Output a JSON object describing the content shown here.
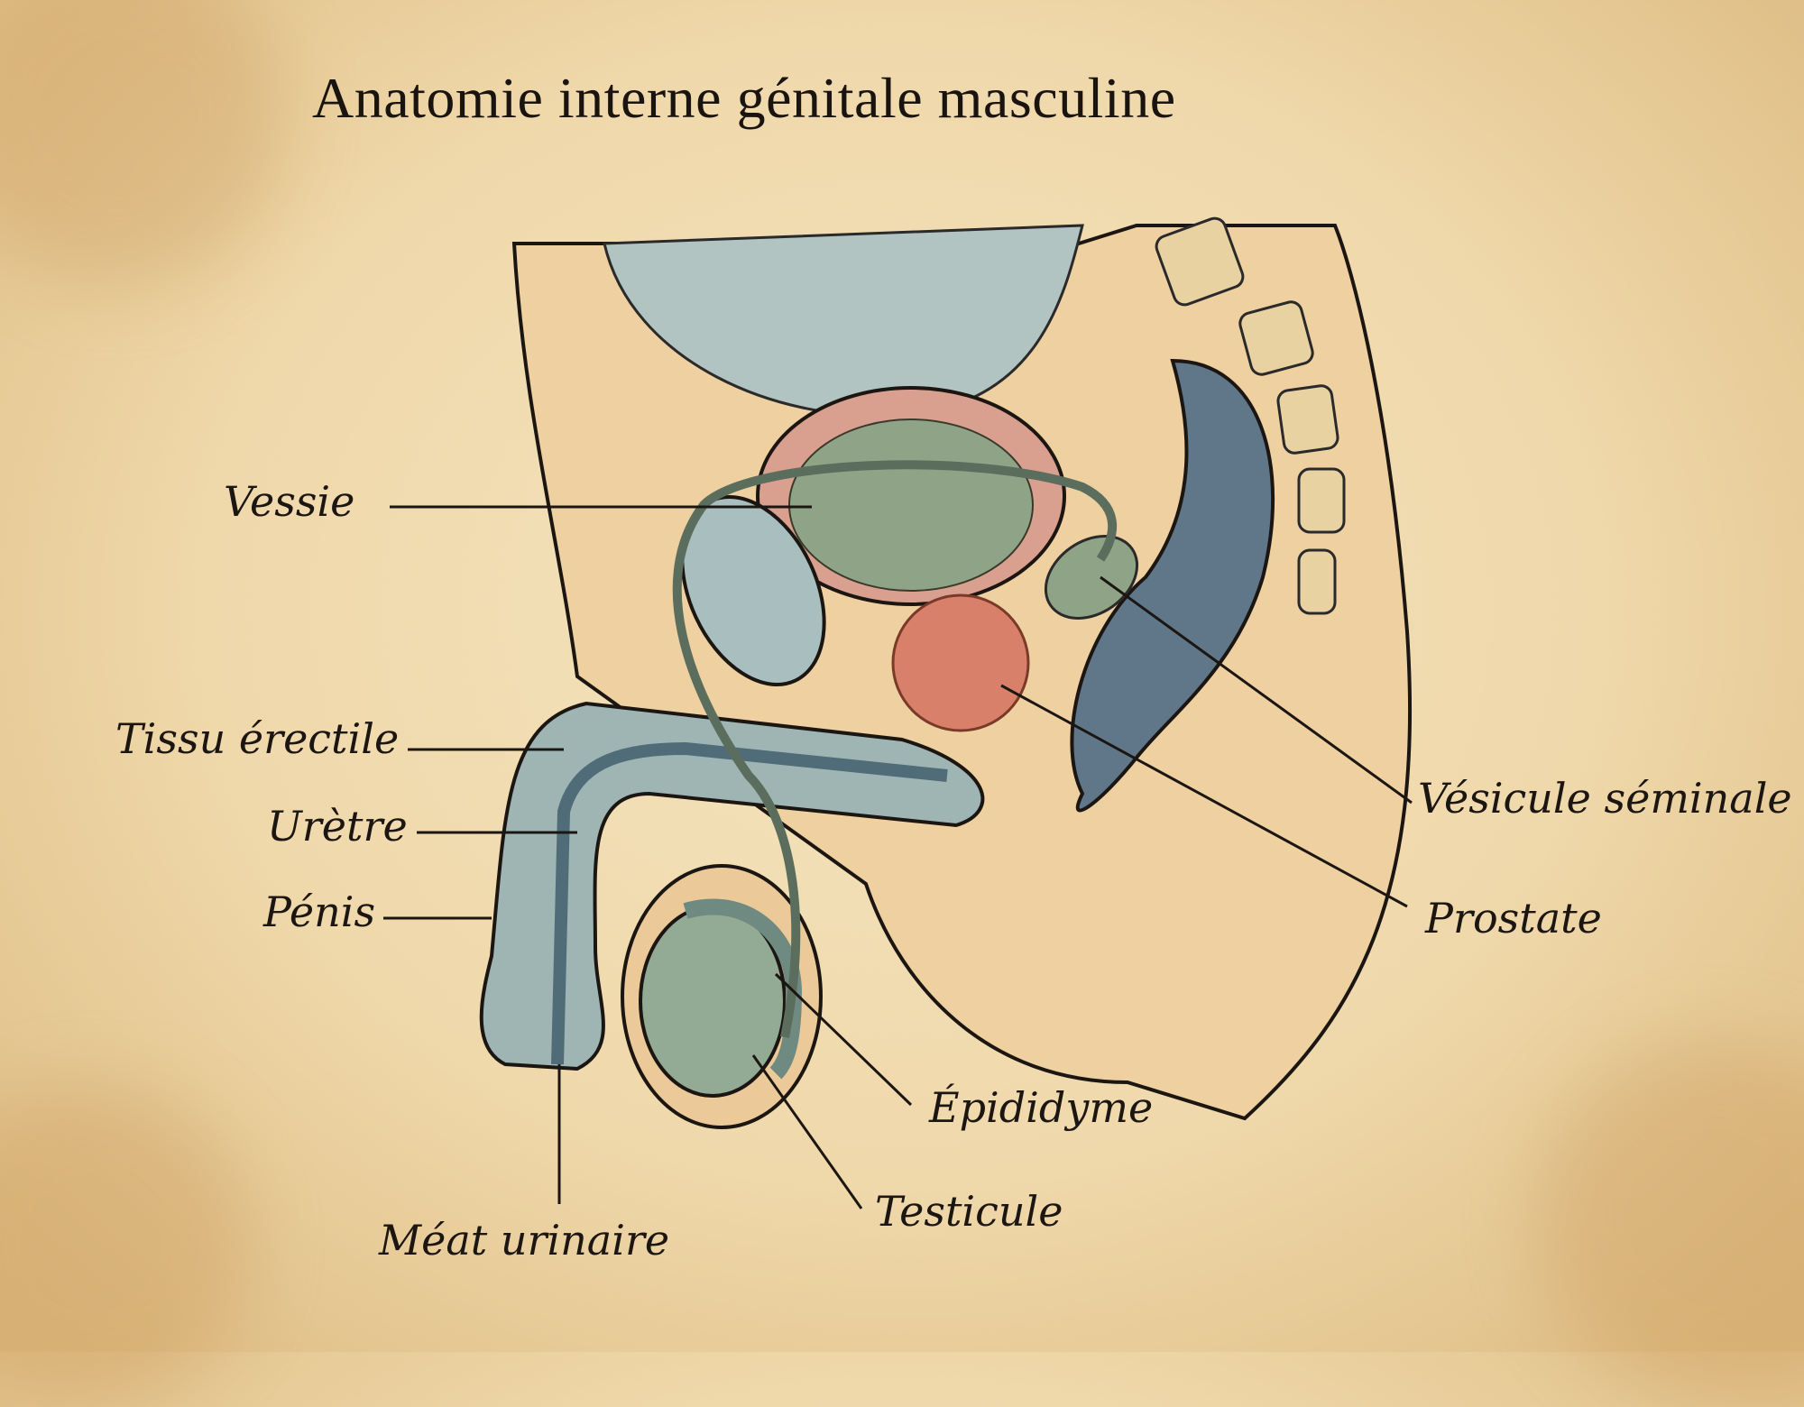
{
  "title": "Anatomie interne génitale masculine",
  "labels": {
    "vessie": "Vessie",
    "tissu_erectile": "Tissu érectile",
    "uretre": "Urètre",
    "penis": "Pénis",
    "meat_urinaire": "Méat urinaire",
    "vesicule_seminale": "Vésicule séminale",
    "prostate": "Prostate",
    "epididyme": "Épididyme",
    "testicule": "Testicule"
  },
  "colors": {
    "paper": "#f2ddb2",
    "ink": "#1c1612",
    "tissue_blue": "#9fb5b3",
    "organ_green": "#8fa487",
    "prostate_red": "#d9806a",
    "skin": "#ecc998",
    "rectum_blue": "#5f7788"
  }
}
